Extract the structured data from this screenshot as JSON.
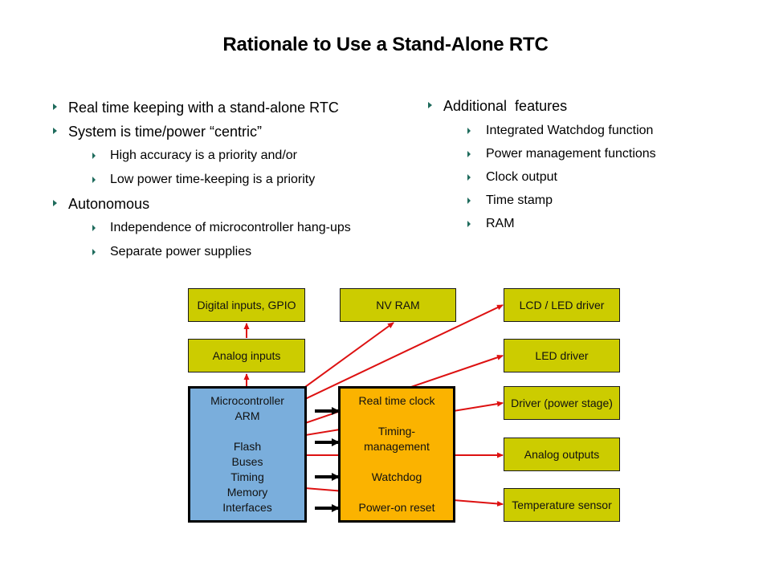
{
  "slide": {
    "title": "Rationale to Use a Stand-Alone RTC"
  },
  "left_bullets": [
    {
      "level": 1,
      "text": "Real time keeping with a stand-alone RTC"
    },
    {
      "level": 1,
      "text": "System is time/power “centric”"
    },
    {
      "level": 2,
      "text": "High accuracy is a priority and/or"
    },
    {
      "level": 2,
      "text": "Low power time-keeping is a priority"
    },
    {
      "level": 1,
      "text": "Autonomous"
    },
    {
      "level": 2,
      "text": "Independence of microcontroller hang-ups"
    },
    {
      "level": 2,
      "text": "Separate power supplies"
    }
  ],
  "right_bullets": [
    {
      "level": 1,
      "text": "Additional  features"
    },
    {
      "level": 2,
      "text": "Integrated Watchdog function"
    },
    {
      "level": 2,
      "text": "Power management functions"
    },
    {
      "level": 2,
      "text": "Clock output"
    },
    {
      "level": 2,
      "text": "Time stamp"
    },
    {
      "level": 2,
      "text": "RAM"
    }
  ],
  "diagram": {
    "colors": {
      "peripheral_fill": "#cccc00",
      "mcu_fill": "#7aaedc",
      "rtc_fill": "#fbb300",
      "signal_line": "#dd1111",
      "control_arrow": "#000000",
      "bullet_arrow": "#1e6b5c"
    },
    "peripherals_top": {
      "digital_gpio": "Digital inputs, GPIO",
      "nv_ram": "NV RAM",
      "analog_inputs": "Analog inputs"
    },
    "peripherals_right": {
      "lcd_led_driver": "LCD / LED driver",
      "led_driver": "LED driver",
      "driver_power_stage": "Driver (power stage)",
      "analog_outputs": "Analog outputs",
      "temperature_sensor": "Temperature sensor"
    },
    "microcontroller": {
      "lines": [
        "Microcontroller",
        "ARM",
        "",
        "Flash",
        "Buses",
        "Timing",
        "Memory",
        "Interfaces"
      ]
    },
    "rtc": {
      "lines": [
        "Real time clock",
        "",
        "Timing-",
        "management",
        "",
        "Watchdog",
        "",
        "Power-on reset"
      ]
    }
  }
}
